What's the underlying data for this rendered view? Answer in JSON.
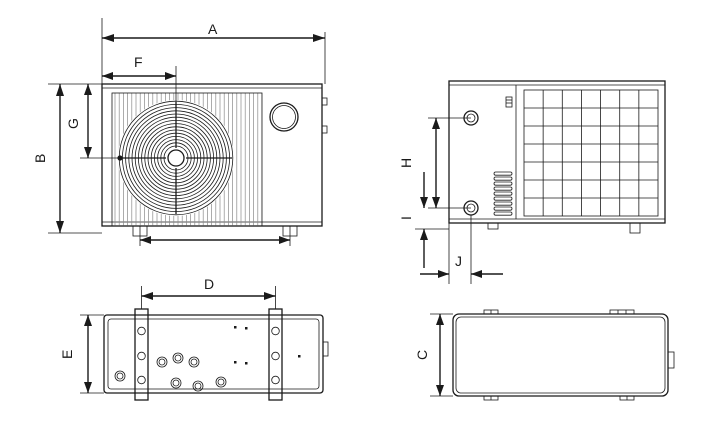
{
  "diagram": {
    "dimension_labels": {
      "A": "A",
      "B": "B",
      "C": "C",
      "D": "D",
      "E": "E",
      "F": "F",
      "G": "G",
      "H": "H",
      "I": "I",
      "J": "J"
    }
  }
}
